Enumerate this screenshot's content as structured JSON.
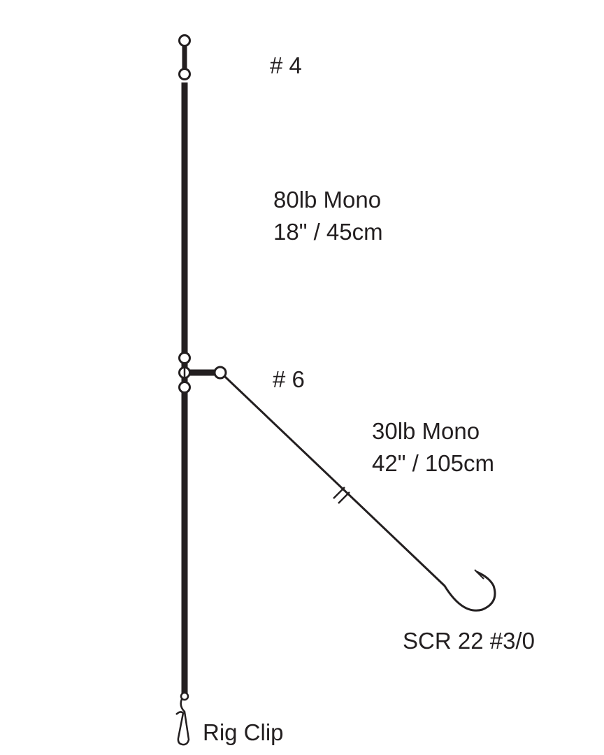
{
  "labels": {
    "top_swivel": "# 4",
    "main_line_1": "80lb Mono",
    "main_line_2": "18\" / 45cm",
    "mid_swivel": "# 6",
    "snood_1": "30lb Mono",
    "snood_2": "42\" / 105cm",
    "hook": "SCR 22 #3/0",
    "clip": "Rig Clip"
  },
  "colors": {
    "line": "#231f20"
  }
}
